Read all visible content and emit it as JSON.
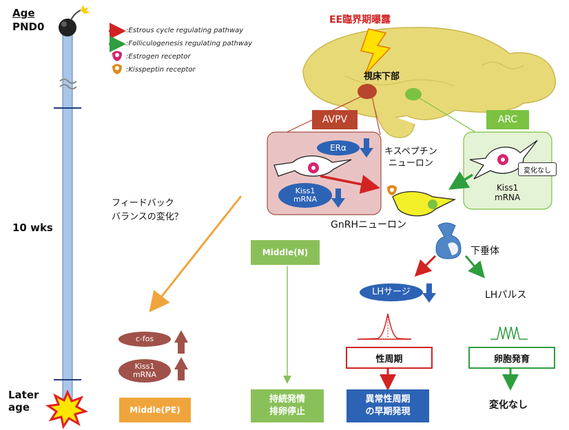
{
  "timeline": {
    "age_label": "Age",
    "start_label": "PND0",
    "mid_label": "10 wks",
    "end_label": "Later\nage"
  },
  "legend": [
    {
      "text": ":Estrous cycle regulating pathway",
      "color": "#d22323"
    },
    {
      "text": ":Folliculogenesis regulating pathway",
      "color": "#2e9e3e"
    },
    {
      "text": ":Estrogen receptor",
      "color": "#d6246e"
    },
    {
      "text": ":Kisspeptin receptor",
      "color": "#e08a1e"
    }
  ],
  "exposure": "EE臨界期曝露",
  "hypothalamus": "視床下部",
  "avpv": {
    "title": "AVPV",
    "era": "ERα",
    "kiss1": "Kiss1\nmRNA"
  },
  "arc": {
    "title": "ARC",
    "no_change": "変化なし",
    "kiss1": "Kiss1\nmRNA"
  },
  "kisspeptin_neuron": "キスペプチン\nニューロン",
  "gnrh_neuron": "GnRHニューロン",
  "pituitary": "下垂体",
  "lh_surge": "LHサージ",
  "lh_pulse": "LHパルス",
  "estrous_cycle": "性周期",
  "follicle": "卵胞発育",
  "abnormal": "異常性周期\nの早期発現",
  "unchanged": "変化なし",
  "feedback": "フィードバック\nバランスの変化？",
  "middle_n": "Middle(N)",
  "persistent": "持続発情\n排卵停止",
  "cfos": "c-fos",
  "kiss1_late": "Kiss1\nmRNA",
  "middle_pe": "Middle(PE)",
  "colors": {
    "timeline": "#a9c6e8",
    "brain": "#e8d977",
    "red": "#d22323",
    "green": "#2e9e3e",
    "blue": "#2d63b5",
    "orange": "#f0a53c",
    "avpv_fill": "#e9c3c3",
    "arc_fill": "#e4f2d5",
    "brown": "#a0524a"
  }
}
